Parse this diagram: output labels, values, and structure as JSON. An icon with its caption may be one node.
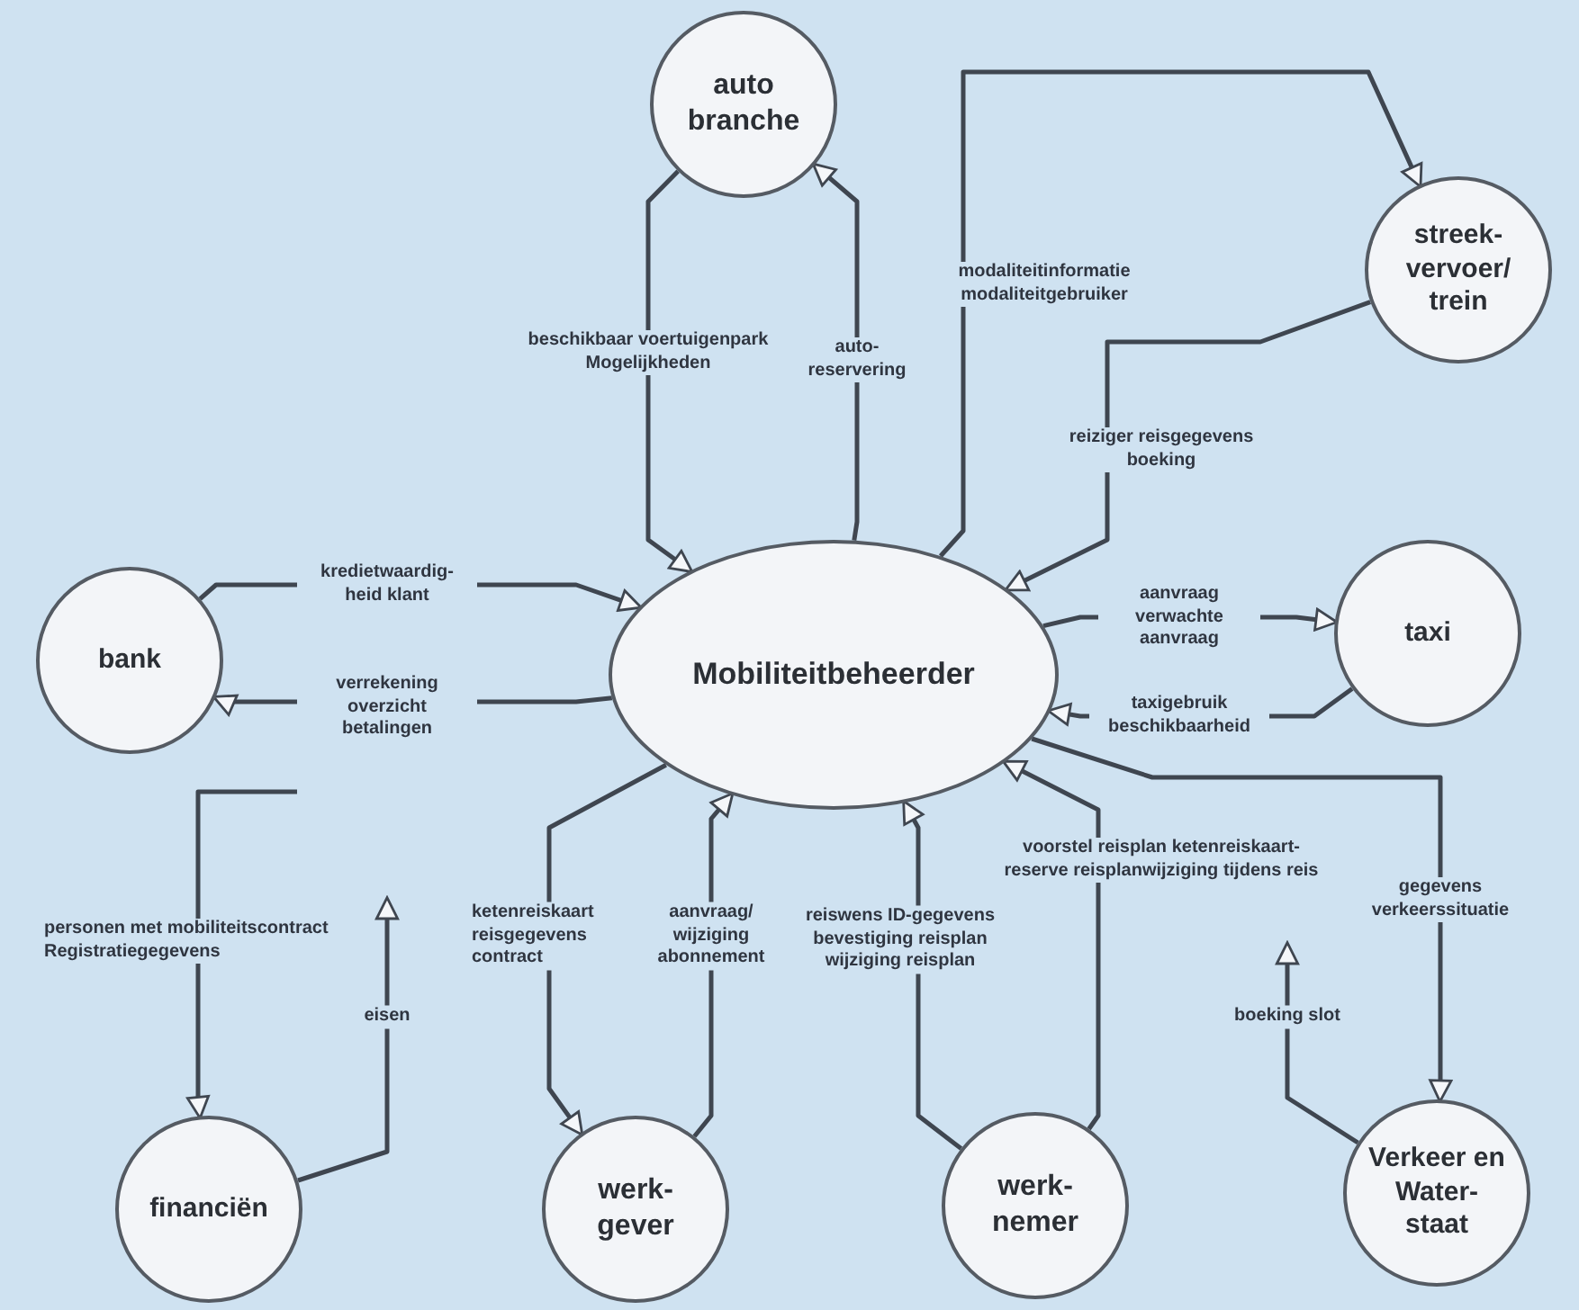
{
  "diagram": {
    "nodes": [
      {
        "text": [
          "Mobiliteitbeheerder"
        ]
      },
      {
        "text": [
          "auto branche"
        ]
      },
      {
        "text": [
          "streek- vervoer/ trein"
        ]
      },
      {
        "text": [
          "taxi"
        ]
      },
      {
        "text": [
          "Verkeer en Water- staat"
        ]
      },
      {
        "text": [
          "werk- nemer"
        ]
      },
      {
        "text": [
          "werk- gever"
        ]
      },
      {
        "text": [
          "financiën"
        ]
      },
      {
        "text": [
          "bank"
        ]
      }
    ],
    "edges": [
      {
        "from": 1,
        "to": 0,
        "arrow": "to",
        "label": "beschikbaar voertuigenpark Mogelijkheden"
      },
      {
        "from": 0,
        "to": 1,
        "arrow": "to",
        "label": "auto- reservering"
      },
      {
        "from": 0,
        "to": 2,
        "arrow": "to",
        "label": "modaliteitinformatie modaliteitgebruiker"
      },
      {
        "from": 2,
        "to": 0,
        "arrow": "to",
        "label": "reiziger reisgegevens boeking"
      },
      {
        "from": 0,
        "to": 3,
        "arrow": "to",
        "label": "aanvraag verwachte aanvraag"
      },
      {
        "from": 3,
        "to": 0,
        "arrow": "to",
        "label": "taxigebruik beschikbaarheid"
      },
      {
        "from": 8,
        "to": 0,
        "arrow": "to",
        "label": "kredietwaardig- heid klant"
      },
      {
        "from": 0,
        "to": 8,
        "arrow": "to",
        "label": "verrekening overzicht betalingen"
      },
      {
        "from": null,
        "to": 7,
        "arrow": "to",
        "label": "personen met mobiliteitscontract Registratiegegevens"
      },
      {
        "from": 7,
        "to": null,
        "arrow": "to",
        "label": "eisen"
      },
      {
        "from": 0,
        "to": 6,
        "arrow": "to",
        "label": "ketenreiskaart reisgegevens contract"
      },
      {
        "from": 6,
        "to": 0,
        "arrow": "to",
        "label": "aanvraag/ wijziging abonnement"
      },
      {
        "from": 5,
        "to": 0,
        "arrow": "to",
        "label": "reiswens ID-gegevens bevestiging reisplan wijziging reisplan"
      },
      {
        "from": 5,
        "to": 0,
        "arrow": "to",
        "label": "voorstel reisplan ketenreiskaart-reserve reisplanwijziging tijdens reis"
      },
      {
        "from": 4,
        "to": null,
        "arrow": "to",
        "label": "boeking slot"
      },
      {
        "from": 0,
        "to": 4,
        "arrow": "to",
        "label": "gegevens verkeerssituatie"
      }
    ]
  }
}
